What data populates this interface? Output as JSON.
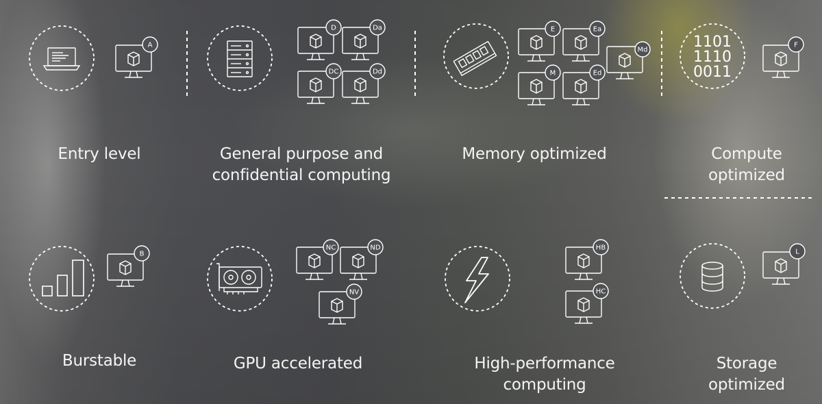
{
  "categories": [
    {
      "id": "entry",
      "label_lines": [
        "Entry level"
      ],
      "badges": [
        "A"
      ]
    },
    {
      "id": "general",
      "label_lines": [
        "General purpose and",
        "confidential computing"
      ],
      "badges": [
        "D",
        "Da",
        "DC",
        "Dd"
      ]
    },
    {
      "id": "memory",
      "label_lines": [
        "Memory optimized"
      ],
      "badges": [
        "E",
        "Ea",
        "M",
        "Ed",
        "Md"
      ]
    },
    {
      "id": "compute",
      "label_lines": [
        "Compute",
        "optimized"
      ],
      "badges": [
        "F"
      ],
      "binary": [
        "1101",
        "1110",
        "0011"
      ]
    },
    {
      "id": "burstable",
      "label_lines": [
        "Burstable"
      ],
      "badges": [
        "B"
      ]
    },
    {
      "id": "gpu",
      "label_lines": [
        "GPU accelerated"
      ],
      "badges": [
        "NC",
        "ND",
        "NV"
      ]
    },
    {
      "id": "hpc",
      "label_lines": [
        "High-performance",
        "computing"
      ],
      "badges": [
        "HB",
        "HC"
      ]
    },
    {
      "id": "storage",
      "label_lines": [
        "Storage",
        "optimized"
      ],
      "badges": [
        "L"
      ]
    }
  ],
  "icons": {
    "entry": "laptop-icon",
    "general": "server-rack-icon",
    "memory": "memory-module-icon",
    "compute": "binary-code-icon",
    "burstable": "bar-chart-icon",
    "gpu": "graphics-card-icon",
    "hpc": "lightning-bolt-icon",
    "storage": "database-icon",
    "vm": "virtual-machine-monitor-icon"
  },
  "colors": {
    "line": "#ffffff",
    "text": "#f4f4f4"
  }
}
